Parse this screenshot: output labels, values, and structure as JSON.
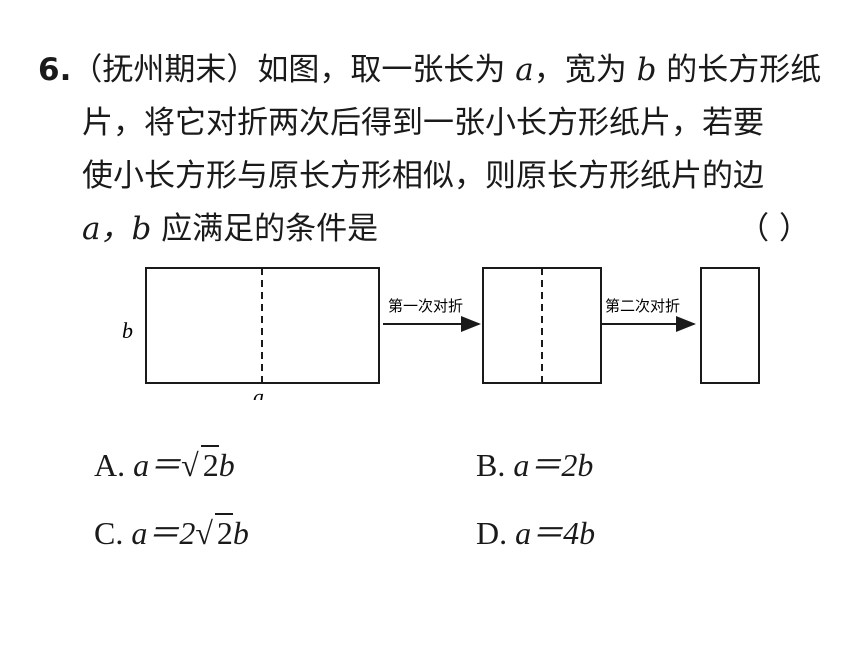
{
  "question": {
    "number": "6.",
    "source": "（抚州期末）",
    "line1_rest": "如图，取一张长为 ",
    "var_a": "a",
    "line1_mid": "，宽为 ",
    "var_b": "b",
    "line1_end": " 的长方形纸",
    "line2": "片，将它对折两次后得到一张小长方形纸片，若要",
    "line3": "使小长方形与原长方形相似，则原长方形纸片的边",
    "line4_vars": "a，b",
    "line4_end": " 应满足的条件是",
    "answer_paren": "（        ）"
  },
  "diagram": {
    "label_b": "b",
    "label_a": "a",
    "arrow1_label": "第一次对折",
    "arrow2_label": "第二次对折"
  },
  "options": {
    "A": {
      "letter": "A.",
      "expr_pre": "a＝",
      "sqrt": "2",
      "expr_post": "b"
    },
    "B": {
      "letter": "B.",
      "expr": "a＝2b"
    },
    "C": {
      "letter": "C.",
      "expr_pre": "a＝2",
      "sqrt": "2",
      "expr_post": "b"
    },
    "D": {
      "letter": "D.",
      "expr": "a＝4b"
    }
  }
}
